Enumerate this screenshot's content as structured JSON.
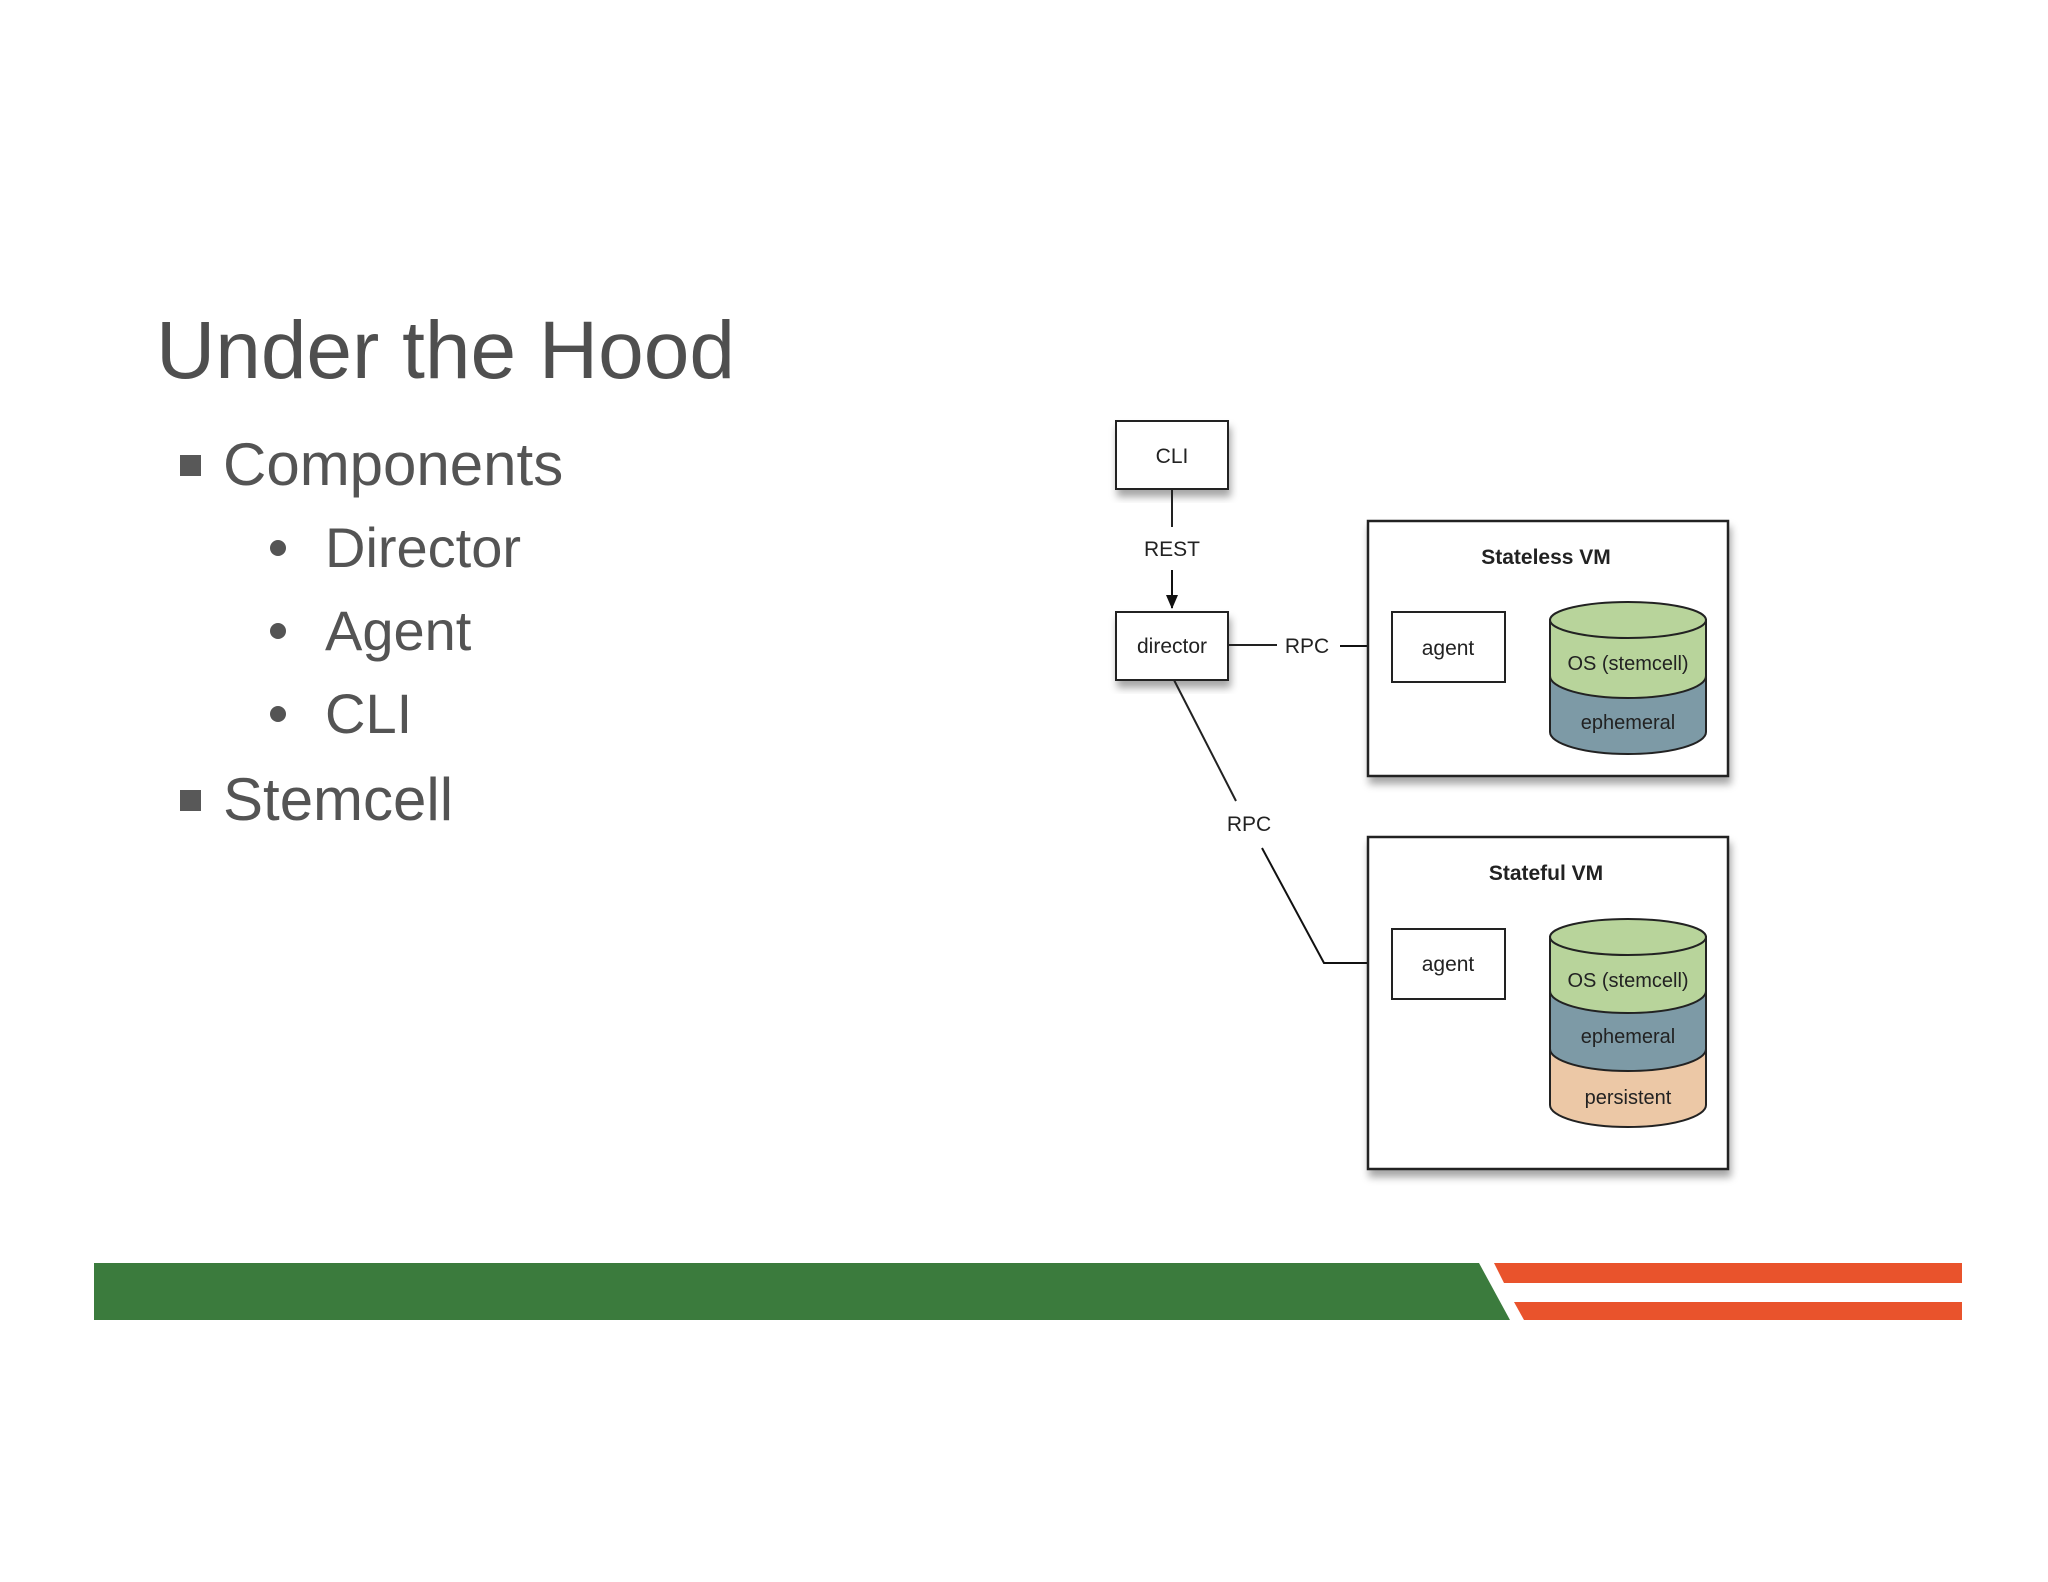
{
  "slide": {
    "title": "Under the Hood",
    "bullets": [
      {
        "label": "Components",
        "children": [
          "Director",
          "Agent",
          "CLI"
        ]
      },
      {
        "label": "Stemcell",
        "children": []
      }
    ]
  },
  "diagram": {
    "cli_label": "CLI",
    "rest_label": "REST",
    "director_label": "director",
    "rpc_top_label": "RPC",
    "rpc_mid_label": "RPC",
    "stateless_vm": {
      "title": "Stateless VM",
      "agent_label": "agent",
      "disk_layers": [
        "OS (stemcell)",
        "ephemeral"
      ]
    },
    "stateful_vm": {
      "title": "Stateful VM",
      "agent_label": "agent",
      "disk_layers": [
        "OS (stemcell)",
        "ephemeral",
        "persistent"
      ]
    }
  },
  "colors": {
    "green_bar": "#3b7b3d",
    "orange_stripes": "#e9532c",
    "os_layer": "#b8d49b",
    "ephemeral_layer": "#7d9aa6",
    "persistent_layer": "#ecc8a6"
  }
}
